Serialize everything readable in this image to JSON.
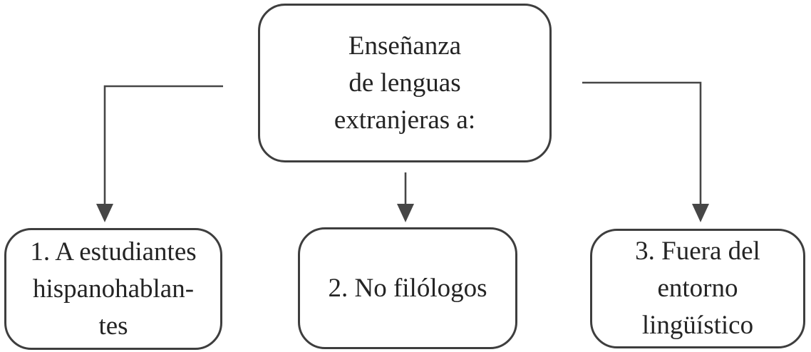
{
  "diagram": {
    "root_node": {
      "label": "Enseñanza\nde lenguas\nextranjeras a:"
    },
    "child_nodes": [
      {
        "number": "1",
        "label": "1. A estudiantes\nhispanohablan-\ntes"
      },
      {
        "number": "2",
        "label": "2. No filólogos"
      },
      {
        "number": "3",
        "label": "3. Fuera del\nentorno\nlingüístico"
      }
    ],
    "colors": {
      "node_border": "#3e3e3e",
      "text": "#242424",
      "connector": "#464646",
      "background": "#ffffff"
    }
  }
}
